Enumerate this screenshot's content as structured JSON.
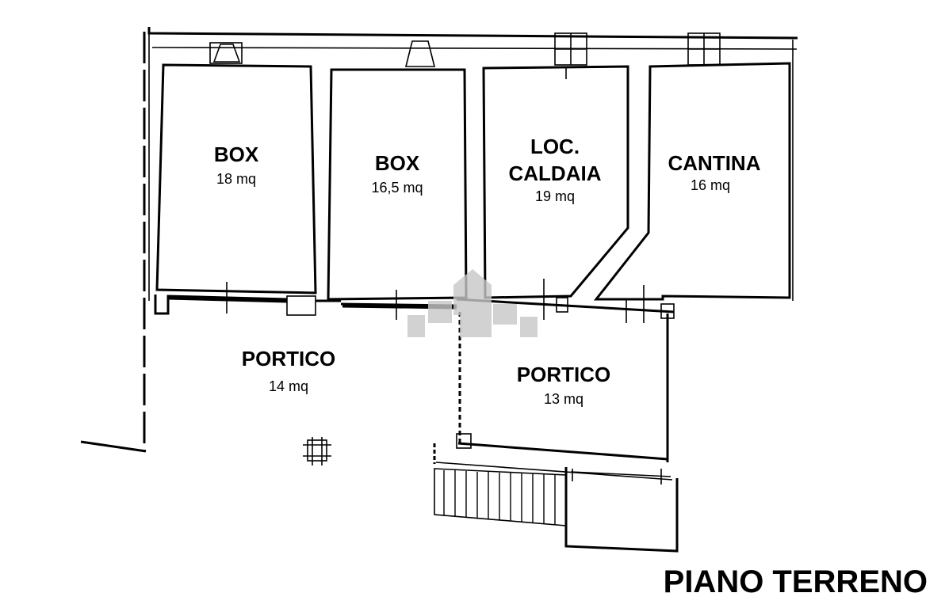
{
  "plan_title": "PIANO TERRENO",
  "rooms": [
    {
      "name": "BOX",
      "area": "18 mq"
    },
    {
      "name": "BOX",
      "area": "16,5 mq"
    },
    {
      "name_line1": "LOC.",
      "name_line2": "CALDAIA",
      "area": "19 mq"
    },
    {
      "name": "CANTINA",
      "area": "16 mq"
    },
    {
      "name": "PORTICO",
      "area": "14 mq"
    },
    {
      "name": "PORTICO",
      "area": "13 mq"
    }
  ],
  "colors": {
    "ink": "#000000",
    "watermark": "#c8c8c8",
    "background": "#ffffff"
  }
}
